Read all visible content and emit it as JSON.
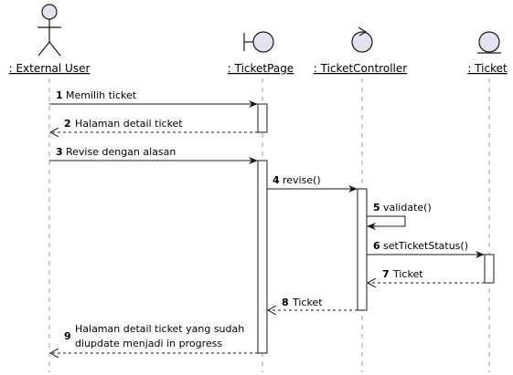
{
  "participants": [
    {
      "label": ": External User",
      "kind": "actor"
    },
    {
      "label": ": TicketPage",
      "kind": "boundary"
    },
    {
      "label": ": TicketController",
      "kind": "control"
    },
    {
      "label": ": Ticket",
      "kind": "entity"
    }
  ],
  "messages": [
    {
      "num": "1",
      "text": "Memilih ticket"
    },
    {
      "num": "2",
      "text": "Halaman detail ticket"
    },
    {
      "num": "3",
      "text": "Revise dengan alasan"
    },
    {
      "num": "4",
      "text": "revise()"
    },
    {
      "num": "5",
      "text": "validate()"
    },
    {
      "num": "6",
      "text": "setTicketStatus()"
    },
    {
      "num": "7",
      "text": "Ticket"
    },
    {
      "num": "8",
      "text": "Ticket"
    },
    {
      "num": "9",
      "text": "Halaman detail ticket yang sudah",
      "text2": "diupdate menjadi in progress"
    }
  ],
  "colors": {
    "lifeline": "#999999",
    "activation_fill": "#ffffff",
    "symbol_fill": "#e2e2f0",
    "line": "#181818"
  }
}
